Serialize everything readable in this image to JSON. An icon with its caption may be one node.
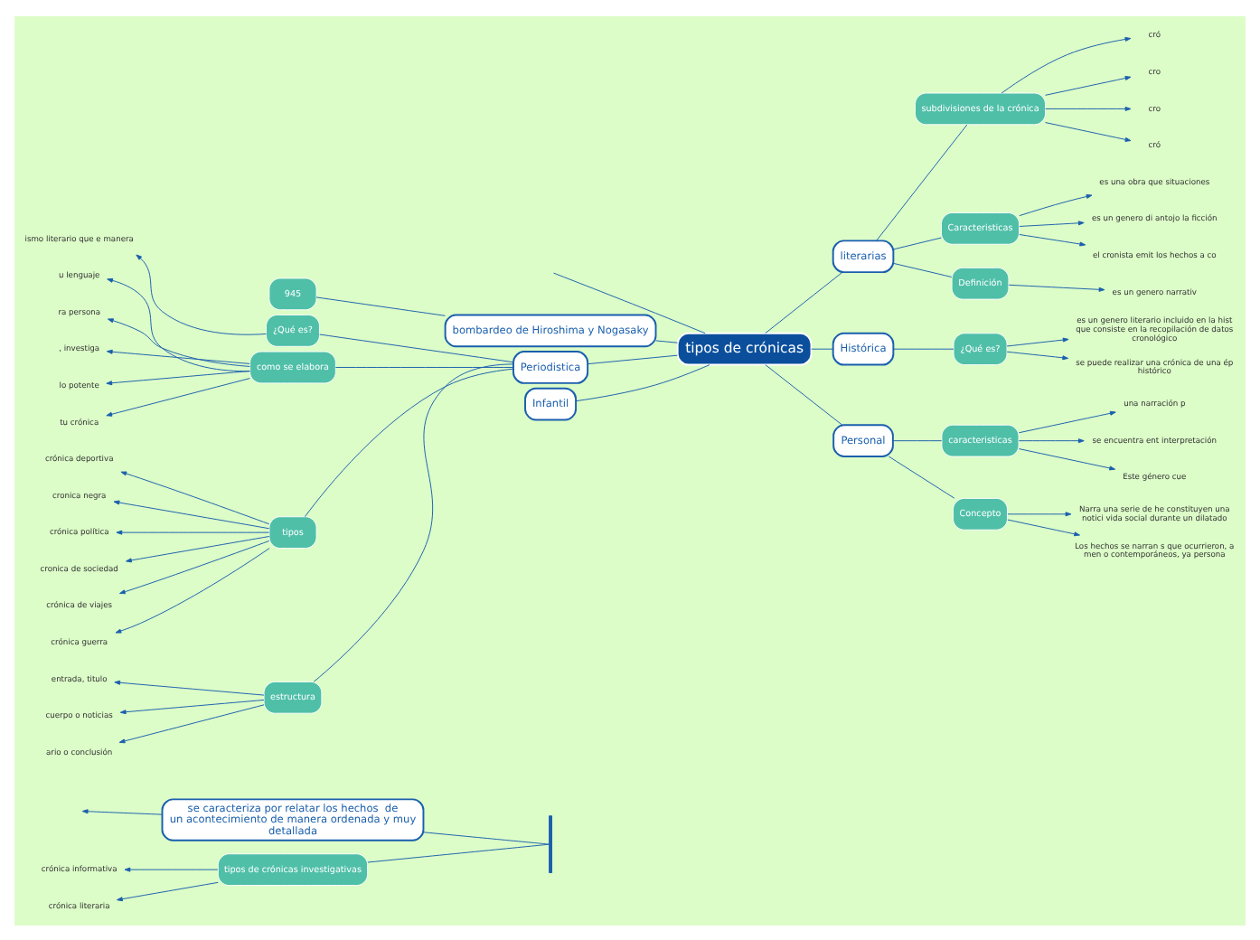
{
  "diagram": {
    "nodes": [
      {
        "text": [
          "tipos de crónicas"
        ]
      },
      {
        "text": [
          "tipos de crónicas investigativas"
        ]
      },
      {
        "text": [
          "crónica informativa"
        ]
      },
      {
        "text": [
          "crónica literaria"
        ]
      },
      {
        "text": [
          "se caracteriza por relatar los hechos  de un acontecimiento de manera ordenada y muy detallada"
        ]
      },
      {
        "text": [
          "bombardeo de Hiroshima y Nogasaky"
        ]
      },
      {
        "text": [
          "945"
        ]
      },
      {
        "text": [
          "Periodistica"
        ]
      },
      {
        "text": [
          "¿Qué es?"
        ]
      },
      {
        "text": [
          "ismo literario que e manera"
        ]
      },
      {
        "text": [
          "como se elabora"
        ]
      },
      {
        "text": [
          "u lenguaje"
        ]
      },
      {
        "text": [
          "ra persona"
        ]
      },
      {
        "text": [
          ", investiga"
        ]
      },
      {
        "text": [
          "lo potente"
        ]
      },
      {
        "text": [
          "tu crónica"
        ]
      },
      {
        "text": [
          "tipos"
        ]
      },
      {
        "text": [
          "crónica deportiva"
        ]
      },
      {
        "text": [
          "cronica negra"
        ]
      },
      {
        "text": [
          "crónica política"
        ]
      },
      {
        "text": [
          "cronica de sociedad"
        ]
      },
      {
        "text": [
          "crónica de viajes"
        ]
      },
      {
        "text": [
          "crónica guerra"
        ]
      },
      {
        "text": [
          "estructura"
        ]
      },
      {
        "text": [
          "entrada, titulo"
        ]
      },
      {
        "text": [
          "cuerpo o noticias"
        ]
      },
      {
        "text": [
          "ario o conclusión"
        ]
      },
      {
        "text": [
          "Infantil"
        ]
      },
      {
        "text": [
          "literarias"
        ]
      },
      {
        "text": [
          "subdivisiones de la crónica"
        ]
      },
      {
        "text": [
          "cró"
        ]
      },
      {
        "text": [
          "cro"
        ]
      },
      {
        "text": [
          "cro"
        ]
      },
      {
        "text": [
          "cró"
        ]
      },
      {
        "text": [
          "Caracteristicas"
        ]
      },
      {
        "text": [
          "es una obra que situaciones"
        ]
      },
      {
        "text": [
          "es un genero di antojo la ficción"
        ]
      },
      {
        "text": [
          "el cronista emit los hechos a co"
        ]
      },
      {
        "text": [
          "Definición"
        ]
      },
      {
        "text": [
          "es un genero narrativ"
        ]
      },
      {
        "text": [
          "Histórica"
        ]
      },
      {
        "text": [
          "¿Qué es?"
        ]
      },
      {
        "text": [
          "es un genero literario incluido en la hist que consiste en la recopilación de datos cronológico"
        ]
      },
      {
        "text": [
          "se puede realizar una crónica de una ép histórico"
        ]
      },
      {
        "text": [
          "Personal"
        ]
      },
      {
        "text": [
          "caracteristicas"
        ]
      },
      {
        "text": [
          "una narración p"
        ]
      },
      {
        "text": [
          "se encuentra ent interpretación"
        ]
      },
      {
        "text": [
          "Este género cue"
        ]
      },
      {
        "text": [
          "Concepto"
        ]
      },
      {
        "text": [
          "Narra una serie de he constituyen una notici vida social durante un dilatado"
        ]
      },
      {
        "text": [
          "Los hechos se narran s que ocurrieron, a men o contemporáneos, ya persona"
        ]
      },
      {
        "text": [],
        "shape": "bar"
      }
    ],
    "edges": [
      {
        "from": 0,
        "to": null,
        "arrow": "none"
      },
      {
        "from": 52,
        "to": 1,
        "arrow": "none"
      },
      {
        "from": 1,
        "to": 2,
        "arrow": "to"
      },
      {
        "from": 1,
        "to": 3,
        "arrow": "to"
      },
      {
        "from": 52,
        "to": 4,
        "arrow": "none"
      },
      {
        "from": 4,
        "to": null,
        "arrow": "to"
      },
      {
        "from": 0,
        "to": 5,
        "arrow": "none"
      },
      {
        "from": 5,
        "to": 6,
        "arrow": "none"
      },
      {
        "from": 0,
        "to": 7,
        "arrow": "none"
      },
      {
        "from": 7,
        "to": 8,
        "arrow": "none"
      },
      {
        "from": 8,
        "to": 9,
        "arrow": "to"
      },
      {
        "from": 7,
        "to": 10,
        "arrow": "none"
      },
      {
        "from": 10,
        "to": 11,
        "arrow": "to"
      },
      {
        "from": 10,
        "to": 12,
        "arrow": "to"
      },
      {
        "from": 10,
        "to": 13,
        "arrow": "to"
      },
      {
        "from": 10,
        "to": 14,
        "arrow": "to"
      },
      {
        "from": 10,
        "to": 15,
        "arrow": "to"
      },
      {
        "from": 7,
        "to": 16,
        "arrow": "none"
      },
      {
        "from": 16,
        "to": 17,
        "arrow": "to"
      },
      {
        "from": 16,
        "to": 18,
        "arrow": "to"
      },
      {
        "from": 16,
        "to": 19,
        "arrow": "to"
      },
      {
        "from": 16,
        "to": 20,
        "arrow": "to"
      },
      {
        "from": 16,
        "to": 21,
        "arrow": "to"
      },
      {
        "from": 16,
        "to": 22,
        "arrow": "to"
      },
      {
        "from": 7,
        "to": 23,
        "arrow": "none"
      },
      {
        "from": 23,
        "to": 24,
        "arrow": "to"
      },
      {
        "from": 23,
        "to": 25,
        "arrow": "to"
      },
      {
        "from": 23,
        "to": 26,
        "arrow": "to"
      },
      {
        "from": 0,
        "to": 27,
        "arrow": "none"
      },
      {
        "from": 0,
        "to": 28,
        "arrow": "none"
      },
      {
        "from": 28,
        "to": 29,
        "arrow": "none"
      },
      {
        "from": 29,
        "to": 30,
        "arrow": "to"
      },
      {
        "from": 29,
        "to": 31,
        "arrow": "to"
      },
      {
        "from": 29,
        "to": 32,
        "arrow": "to"
      },
      {
        "from": 29,
        "to": 33,
        "arrow": "to"
      },
      {
        "from": 28,
        "to": 34,
        "arrow": "none"
      },
      {
        "from": 34,
        "to": 35,
        "arrow": "to"
      },
      {
        "from": 34,
        "to": 36,
        "arrow": "to"
      },
      {
        "from": 34,
        "to": 37,
        "arrow": "to"
      },
      {
        "from": 28,
        "to": 38,
        "arrow": "none"
      },
      {
        "from": 38,
        "to": 39,
        "arrow": "to"
      },
      {
        "from": 0,
        "to": 40,
        "arrow": "none"
      },
      {
        "from": 40,
        "to": 41,
        "arrow": "none"
      },
      {
        "from": 41,
        "to": 42,
        "arrow": "to"
      },
      {
        "from": 41,
        "to": 43,
        "arrow": "to"
      },
      {
        "from": 0,
        "to": 44,
        "arrow": "none"
      },
      {
        "from": 44,
        "to": 45,
        "arrow": "none"
      },
      {
        "from": 45,
        "to": 46,
        "arrow": "to"
      },
      {
        "from": 45,
        "to": 47,
        "arrow": "to"
      },
      {
        "from": 45,
        "to": 48,
        "arrow": "to"
      },
      {
        "from": 44,
        "to": 49,
        "arrow": "none"
      },
      {
        "from": 49,
        "to": 50,
        "arrow": "to"
      },
      {
        "from": 49,
        "to": 51,
        "arrow": "to"
      }
    ]
  }
}
